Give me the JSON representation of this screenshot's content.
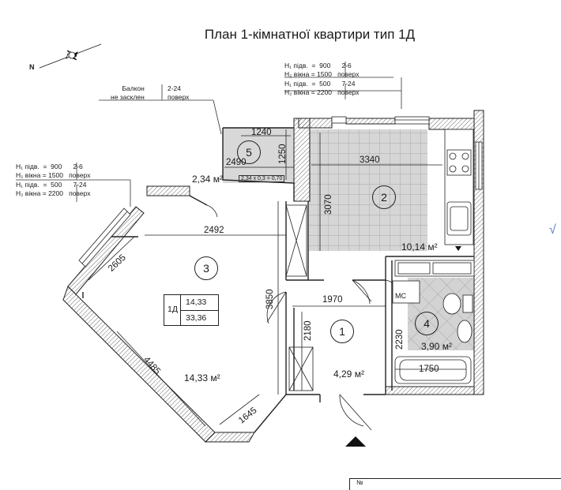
{
  "title": "План 1-кімнатної квартири тип 1Д",
  "compass": {
    "label": "N"
  },
  "notes": {
    "top": {
      "r1": [
        "H₁ підв.",
        "=",
        "900",
        "2-6"
      ],
      "r2": [
        "H₂ вікна",
        "=",
        "1500",
        "поверх"
      ],
      "r3": [
        "H₁ підв.",
        "=",
        "500",
        "7-24"
      ],
      "r4": [
        "H₂ вікна",
        "=",
        "2200",
        "поверх"
      ]
    },
    "left": {
      "r1": [
        "H₁ підв.",
        "=",
        "900",
        "2-6"
      ],
      "r2": [
        "H₂ вікна",
        "=",
        "1500",
        "поверх"
      ],
      "r3": [
        "H₁ підв.",
        "=",
        "500",
        "7-24"
      ],
      "r4": [
        "H₂ вікна",
        "=",
        "2200",
        "поверх"
      ]
    },
    "balcony": {
      "l1": "Балкон",
      "l2": "не засклен",
      "f1": "2-24",
      "f2": "поверх"
    }
  },
  "rooms": {
    "r1": {
      "num": "1",
      "area": "4,29 м²"
    },
    "r2": {
      "num": "2",
      "area": "10,14 м²"
    },
    "r3": {
      "num": "3",
      "area": "14,33 м²"
    },
    "r4": {
      "num": "4",
      "area": "3,90 м²"
    },
    "r5": {
      "num": "5",
      "area": "2,34 м²",
      "calc": "2,34 x 0,3 = 0,70"
    }
  },
  "dims": {
    "d1240": "1240",
    "d1250": "1250",
    "d2490": "2490",
    "d3340": "3340",
    "d3070": "3070",
    "d2492": "2492",
    "d2605": "2605",
    "d3850": "3850",
    "d1970": "1970",
    "d2180": "2180",
    "d2230": "2230",
    "d1750": "1750",
    "d4485": "4485",
    "d1645": "1645"
  },
  "labels": {
    "wc": "МС"
  },
  "tag": {
    "type": "1Д",
    "living": "14,33",
    "total": "33,36"
  },
  "stamp": {
    "no": "№"
  },
  "check": "√"
}
